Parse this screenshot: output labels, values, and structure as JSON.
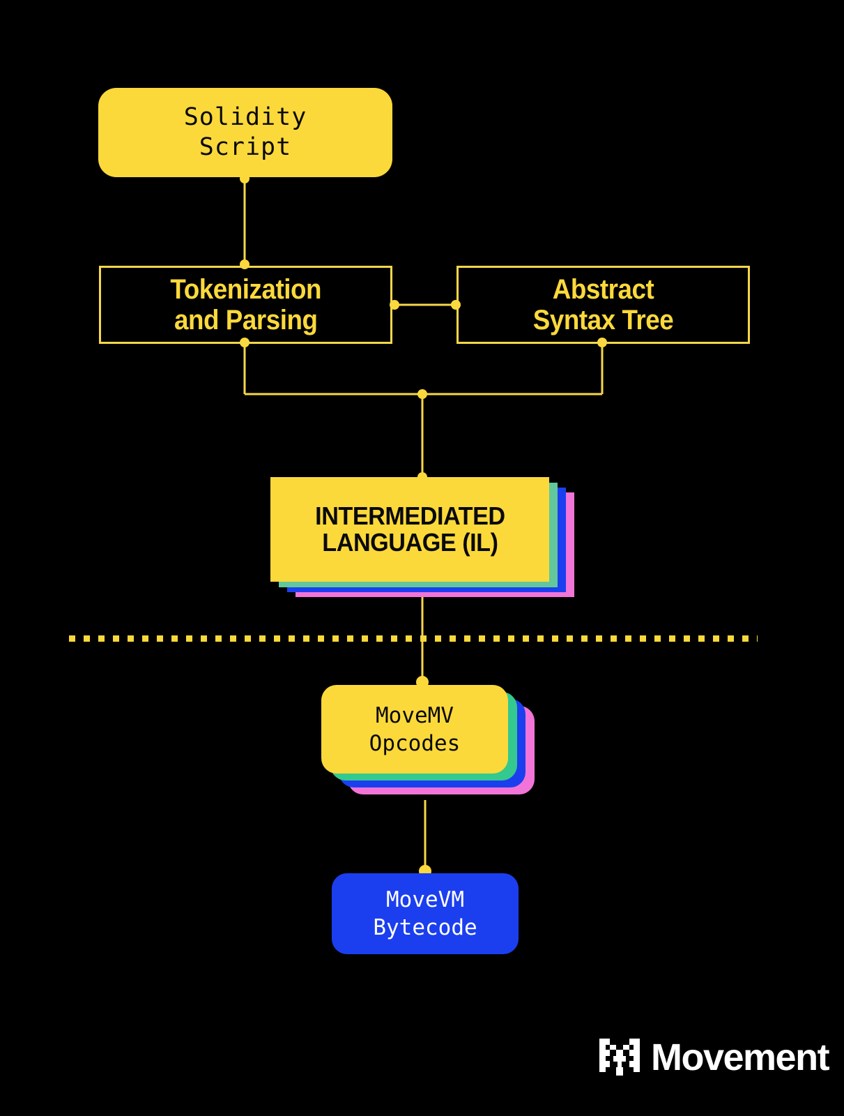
{
  "diagram": {
    "background_color": "#000000",
    "accent_yellow": "#FCD93B",
    "accent_blue": "#1B3FEF",
    "accent_green": "#62C79B",
    "accent_pink": "#F274D8",
    "nodes": {
      "solidity": {
        "label": "Solidity\nScript"
      },
      "tokenization": {
        "label": "Tokenization\nand Parsing"
      },
      "ast": {
        "label": "Abstract\nSyntax Tree"
      },
      "il": {
        "label": "INTERMEDIATED\nLANGUAGE (IL)"
      },
      "movemv": {
        "label": "MoveMV\nOpcodes"
      },
      "movevm": {
        "label": "MoveVM\nBytecode"
      }
    }
  },
  "brand": {
    "name": "Movement",
    "mark_icon": "movement-m-icon"
  }
}
